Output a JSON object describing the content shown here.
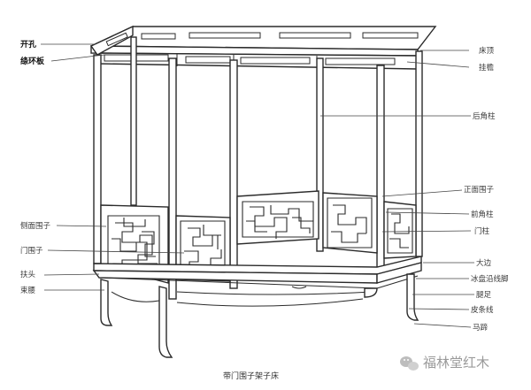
{
  "caption": "带门围子架子床",
  "watermark": "福林堂红木",
  "labels_left": [
    {
      "id": "kaikong",
      "text": "开孔"
    },
    {
      "id": "chuanhuanban",
      "text": "绦环板"
    },
    {
      "id": "cemianweizi",
      "text": "侧面围子"
    },
    {
      "id": "menweizi",
      "text": "门围子"
    },
    {
      "id": "futou",
      "text": "扶头"
    },
    {
      "id": "shuyao",
      "text": "束腰"
    }
  ],
  "labels_right": [
    {
      "id": "chuangding",
      "text": "床顶"
    },
    {
      "id": "guayan",
      "text": "挂檐"
    },
    {
      "id": "houjiaozhu",
      "text": "后角柱"
    },
    {
      "id": "zhengmianweizi",
      "text": "正面围子"
    },
    {
      "id": "qianjiaozhu",
      "text": "前角柱"
    },
    {
      "id": "menzhu",
      "text": "门柱"
    },
    {
      "id": "dabian",
      "text": "大边"
    },
    {
      "id": "bingpan",
      "text": "冰盘沿线脚"
    },
    {
      "id": "tuizu",
      "text": "腿足"
    },
    {
      "id": "pitiaoxian",
      "text": "皮条线"
    },
    {
      "id": "mati",
      "text": "马蹄"
    }
  ]
}
